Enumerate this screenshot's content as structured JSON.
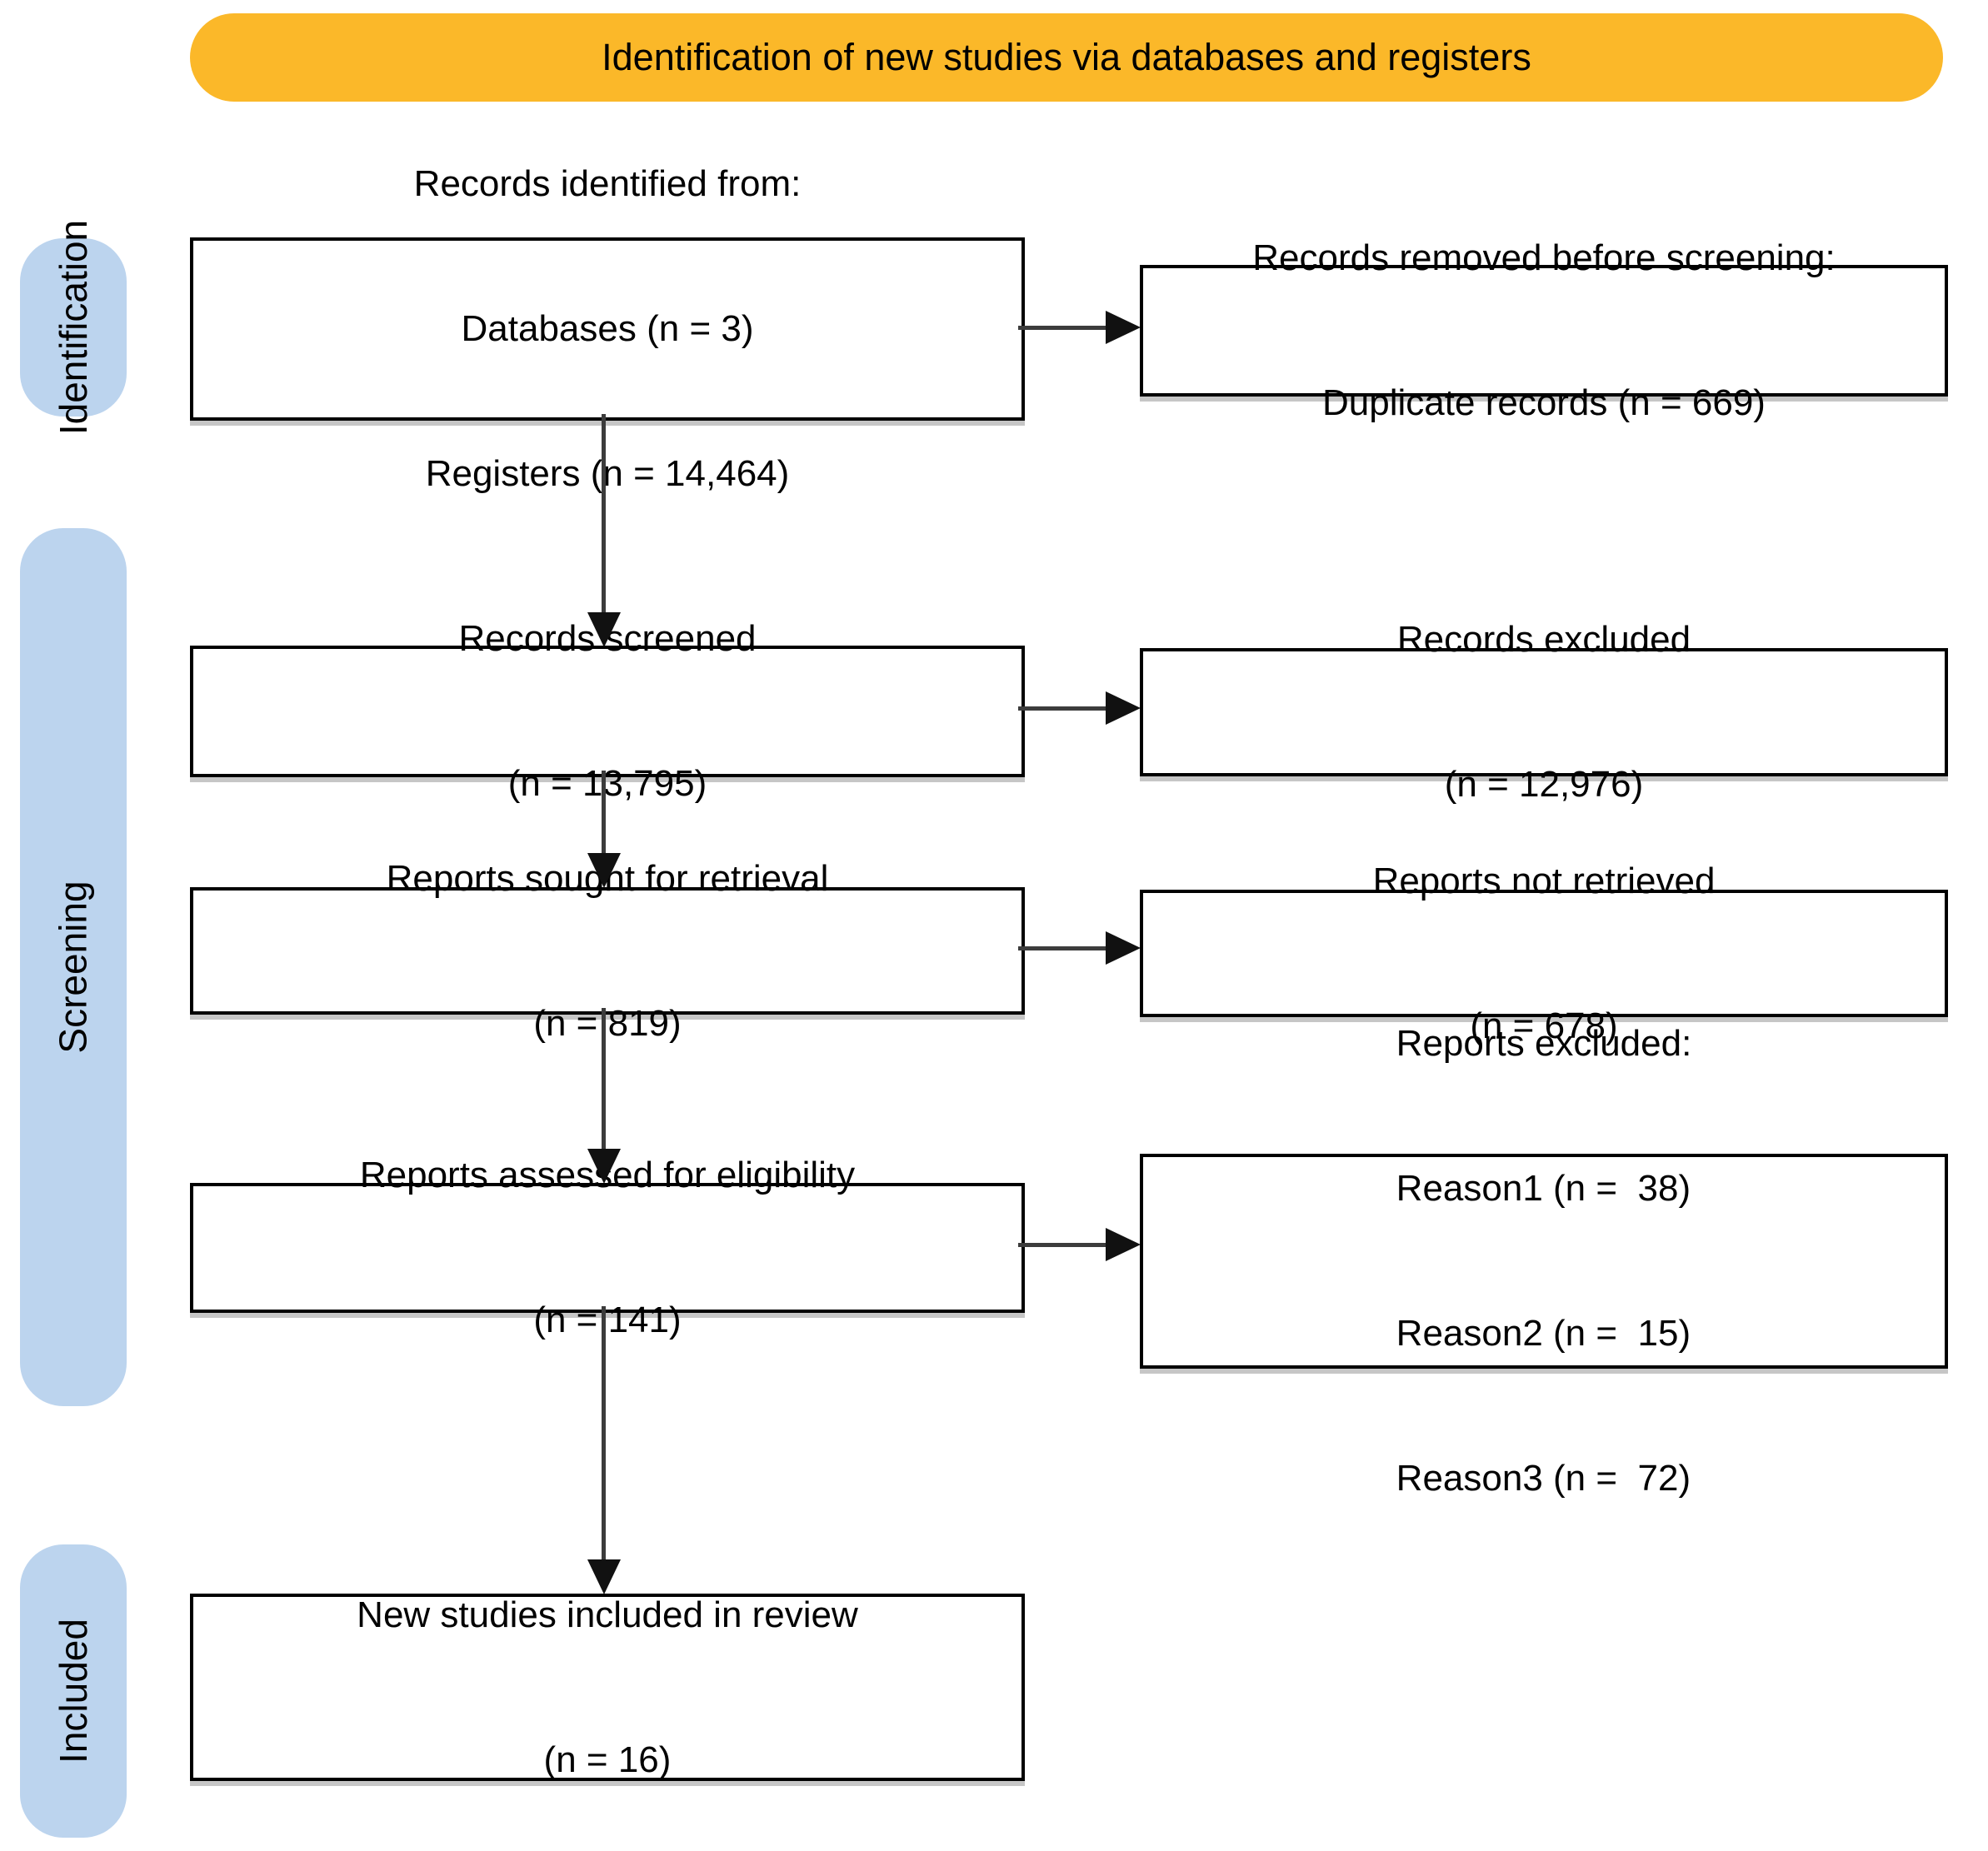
{
  "banner": {
    "label": "Identification of new studies via databases and registers"
  },
  "stages": [
    {
      "label": "Identification"
    },
    {
      "label": "Screening"
    },
    {
      "label": "Included"
    }
  ],
  "boxes": {
    "identified": {
      "lines": [
        "Records identified from:",
        "Databases (n = 3)",
        "Registers (n = 14,464)"
      ]
    },
    "removed_before_screening": {
      "lines": [
        "Records removed before screening:",
        "Duplicate records (n = 669)"
      ]
    },
    "screened": {
      "lines": [
        "Records screened",
        "(n = 13,795)"
      ]
    },
    "records_excluded": {
      "lines": [
        "Records excluded",
        "(n = 12,976)"
      ]
    },
    "sought_for_retrieval": {
      "lines": [
        "Reports sought for retrieval",
        "(n = 819)"
      ]
    },
    "not_retrieved": {
      "lines": [
        "Reports not retrieved",
        "(n = 678)"
      ]
    },
    "assessed_for_eligibility": {
      "lines": [
        "Reports assessed for eligibility",
        "(n = 141)"
      ]
    },
    "reports_excluded": {
      "lines": [
        "Reports excluded:",
        "Reason1 (n =  38)",
        "Reason2 (n =  15)",
        "Reason3 (n =  72)"
      ]
    },
    "new_studies_included": {
      "lines": [
        "New studies included in review",
        "(n = 16)"
      ]
    }
  },
  "colors": {
    "banner_bg": "#FBB829",
    "stage_bg": "#BCD4EE",
    "box_border": "#000000",
    "arrow_line": "#3C3C3C",
    "arrow_head": "#111111"
  }
}
